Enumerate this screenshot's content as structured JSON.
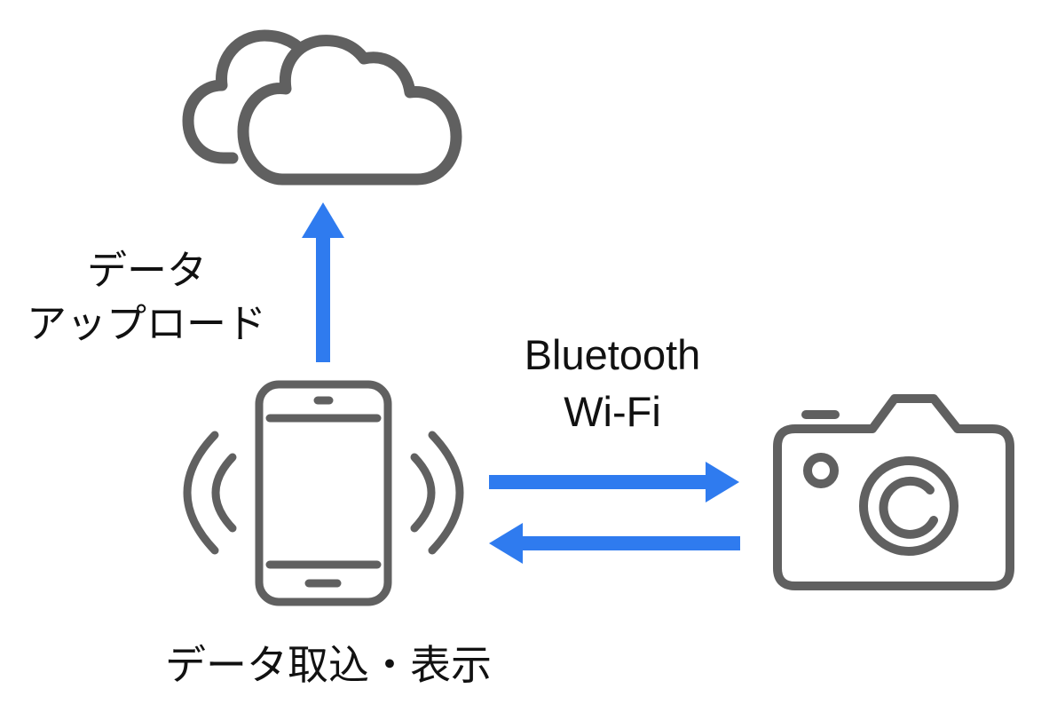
{
  "labels": {
    "upload_line1": "データ",
    "upload_line2": "アップロード",
    "connection_line1": "Bluetooth",
    "connection_line2": "Wi-Fi",
    "phone_caption": "データ取込・表示"
  },
  "icons": {
    "cloud": "cloud-icon",
    "smartphone": "smartphone-icon",
    "camera": "camera-icon",
    "signal_waves": "signal-waves-icon"
  },
  "colors": {
    "icon_stroke": "#606060",
    "arrow": "#2f7bef",
    "text": "#111111",
    "background": "#ffffff"
  }
}
